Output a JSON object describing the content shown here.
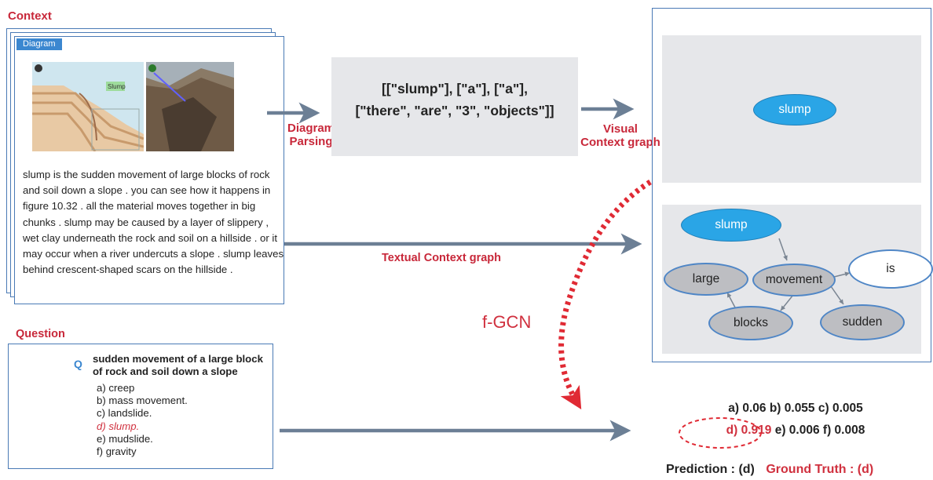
{
  "context": {
    "title": "Context",
    "diagram_tag": "Diagram",
    "image_label": "Slump",
    "text": "slump is the sudden movement of large blocks of rock and soil down a slope . you can see how it happens in figure 10.32 . all the material moves together in big chunks . slump may be caused by a layer of slippery , wet clay underneath the rock and soil on a hillside . or it may occur when a river undercuts a slope . slump leaves behind crescent-shaped scars on the hillside ."
  },
  "parsing": {
    "label_line1": "Diagram",
    "label_line2": "Parsing",
    "output_line1": "[[\"slump\"], [\"a\"], [\"a\"],",
    "output_line2": "[\"there\", \"are\", \"3\", \"objects\"]]"
  },
  "visual_graph": {
    "label_line1": "Visual",
    "label_line2": "Context graph",
    "node": "slump"
  },
  "textual_graph": {
    "label": "Textual Context graph",
    "nodes": {
      "slump": "slump",
      "large": "large",
      "movement": "movement",
      "is": "is",
      "blocks": "blocks",
      "sudden": "sudden"
    }
  },
  "fgcn_label": "f-GCN",
  "question": {
    "title": "Question",
    "marker": "Q",
    "text": "sudden movement of a large block of rock and soil down a slope",
    "options": [
      "a) creep",
      "b) mass movement.",
      "c) landslide.",
      "d) slump.",
      "e) mudslide.",
      "f) gravity"
    ]
  },
  "scores": {
    "line1": "a) 0.06 b) 0.055 c) 0.005",
    "highlight": "d) 0.919",
    "line2_rest": "e) 0.006 f) 0.008"
  },
  "result": {
    "prediction": "Prediction : (d)",
    "ground_truth": "Ground Truth : (d)"
  },
  "colors": {
    "accent_red": "#c8283a",
    "arrow": "#6c7f95",
    "frame_blue": "#4a7ab5",
    "node_blue": "#2aa5e6",
    "node_gray": "#bdbec2",
    "panel_gray": "#e6e7ea"
  }
}
